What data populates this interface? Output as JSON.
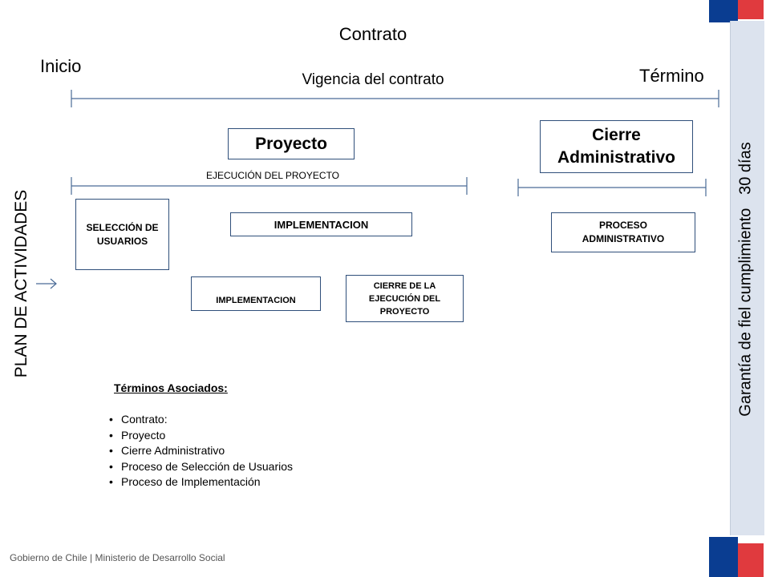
{
  "title": "Contrato",
  "timeline": {
    "start_label": "Inicio",
    "end_label": "Término",
    "span_label": "Vigencia del contrato"
  },
  "phases": {
    "project_label": "Proyecto",
    "closing_label": "Cierre Administrativo",
    "execution_label": "EJECUCIÓN DEL PROYECTO"
  },
  "activities": {
    "side_label": "PLAN DE ACTIVIDADES",
    "user_selection": "SELECCIÓN DE USUARIOS",
    "implementation_top": "IMPLEMENTACION",
    "implementation_bottom": "IMPLEMENTACION",
    "project_closing": "CIERRE DE LA EJECUCIÓN DEL PROYECTO",
    "admin_process": "PROCESO ADMINISTRATIVO"
  },
  "guarantee_label": "Garantía de fiel cumplimiento   30 días",
  "terms": {
    "heading": "Términos Asociados:",
    "items": [
      "Contrato:",
      "Proyecto",
      "Cierre Administrativo",
      "Proceso de Selección de Usuarios",
      "Proceso de  Implementación"
    ]
  },
  "footer": "Gobierno de Chile | Ministerio de Desarrollo Social",
  "colors": {
    "line": "#4a6b96",
    "flag_blue": "#0a3d91",
    "flag_red": "#e03a3e",
    "band": "#dce3ee"
  }
}
